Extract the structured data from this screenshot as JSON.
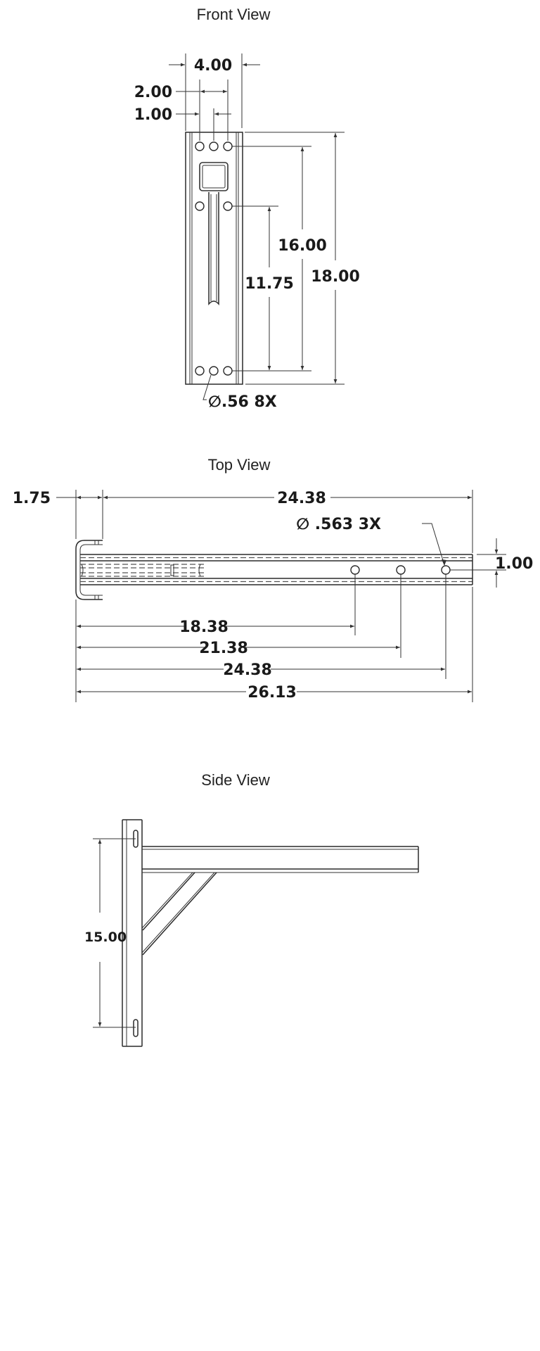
{
  "views": {
    "front": {
      "title": "Front View",
      "dims": {
        "width": "4.00",
        "hole_spacing_outer": "2.00",
        "hole_spacing_inner": "1.00",
        "hole_span": "16.00",
        "lower_span": "11.75",
        "height": "18.00",
        "hole_callout": "∅.56 8X"
      }
    },
    "top": {
      "title": "Top View",
      "dims": {
        "flange": "1.75",
        "arm_length": "24.38",
        "hole_callout": "∅ .563 3X",
        "tube_offset": "1.00",
        "hole1": "18.38",
        "hole2": "21.38",
        "hole3": "24.38",
        "overall": "26.13"
      }
    },
    "side": {
      "title": "Side View",
      "dims": {
        "slot_spacing": "15.00"
      }
    }
  },
  "colors": {
    "line": "#333333",
    "text": "#1a1a1a",
    "background": "#ffffff"
  }
}
